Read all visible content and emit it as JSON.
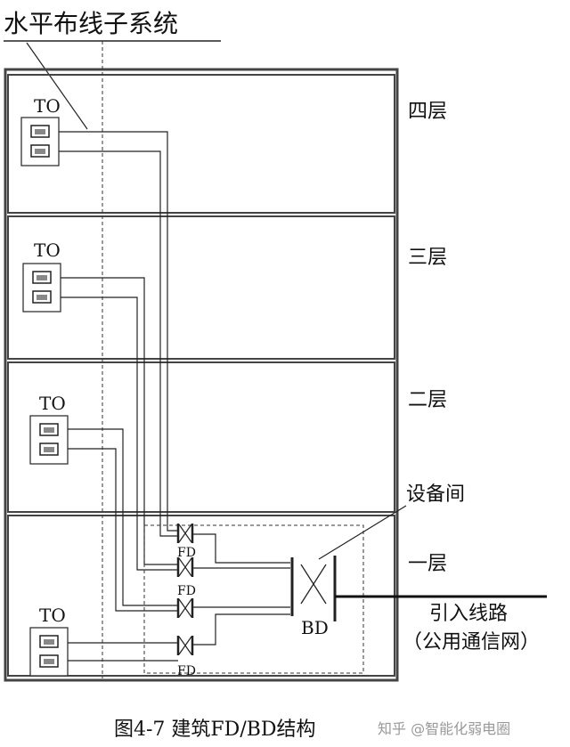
{
  "title": "水平布线子系统",
  "caption": "图4-7  建筑FD/BD结构",
  "watermark": "知乎 @智能化弱电圈",
  "floors": [
    {
      "name": "四层",
      "outlet": "TO"
    },
    {
      "name": "三层",
      "outlet": "TO"
    },
    {
      "name": "二层",
      "outlet": "TO"
    },
    {
      "name": "一层",
      "outlet": "TO"
    }
  ],
  "equipment_room": "设备间",
  "fd_labels": [
    "FD",
    "FD",
    "FD"
  ],
  "bd_label": "BD",
  "incoming_line": {
    "line1": "引入线路",
    "line2": "（公用通信网）"
  },
  "colors": {
    "building_frame": "#444444",
    "line": "#222222",
    "background": "#ffffff"
  }
}
